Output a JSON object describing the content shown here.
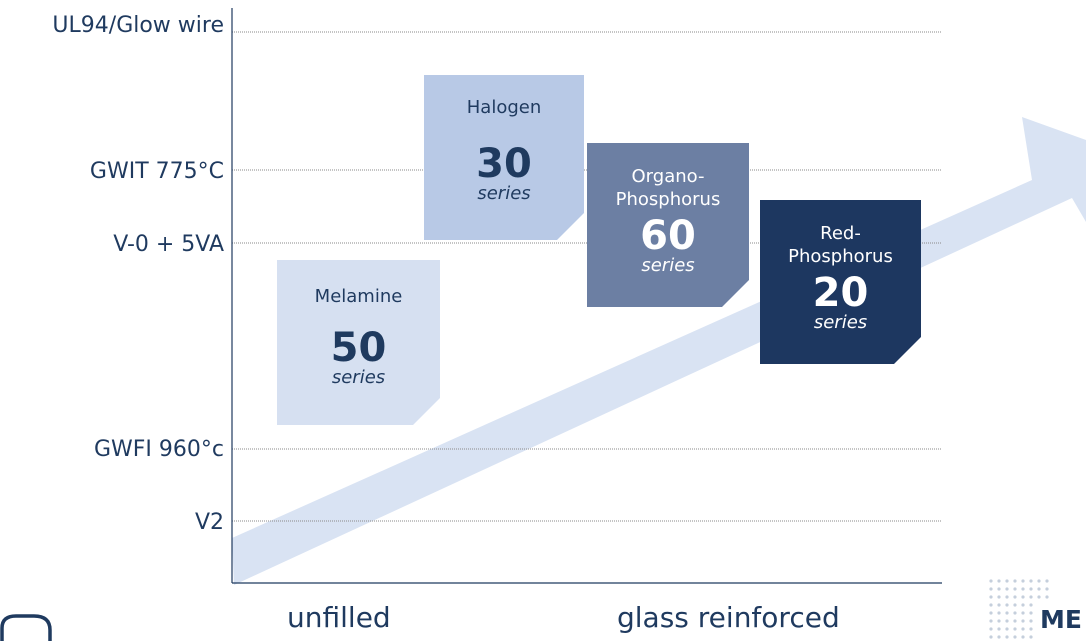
{
  "y_axis": {
    "levels": [
      "UL94/Glow wire",
      "GWIT 775°C",
      "V-0 + 5VA",
      "GWFI 960°c",
      "V2"
    ]
  },
  "x_axis": {
    "labels": [
      "unfilled",
      "glass reinforced"
    ]
  },
  "boxes": [
    {
      "name": "Melamine",
      "number": "50",
      "series": "series",
      "color": "#d6e0f1",
      "text_color": "#1f3a5f"
    },
    {
      "name": "Halogen",
      "number": "30",
      "series": "series",
      "color": "#b8c9e6",
      "text_color": "#1f3a5f"
    },
    {
      "name": "Organo-\nPhosphorus",
      "number": "60",
      "series": "series",
      "color": "#6c7fa3",
      "text_color": "#ffffff"
    },
    {
      "name": "Red-\nPhosphorus",
      "number": "20",
      "series": "series",
      "color": "#1d3760",
      "text_color": "#ffffff"
    }
  ],
  "colors": {
    "arrow": "#d9e3f3",
    "axis": "#1f3a5f",
    "gridline": "#8a8a8a"
  },
  "logo": {
    "text": "ME"
  }
}
